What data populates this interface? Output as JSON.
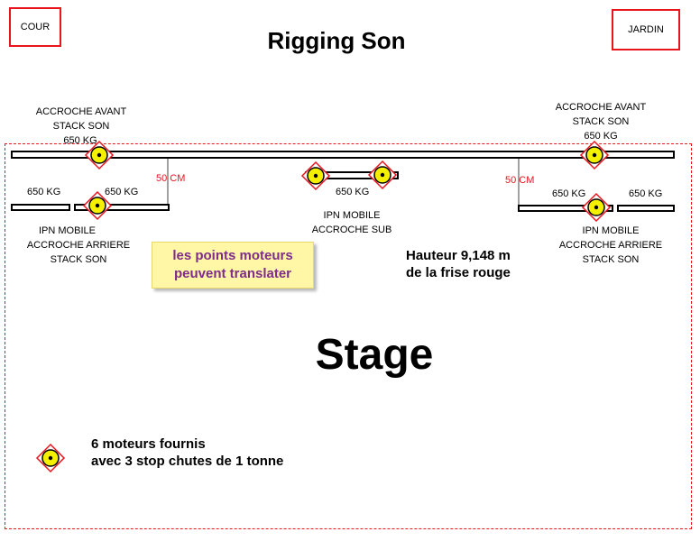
{
  "corners": {
    "left": "COUR",
    "right": "JARDIN"
  },
  "title": "Rigging Son",
  "labels": {
    "front_left": [
      "ACCROCHE AVANT",
      "STACK SON",
      "650 KG"
    ],
    "front_right": [
      "ACCROCHE AVANT",
      "STACK SON",
      "650 KG"
    ],
    "rear_left_line": [
      "IPN MOBILE",
      "ACCROCHE ARRIERE",
      "STACK SON"
    ],
    "rear_right_line": [
      "IPN MOBILE",
      "ACCROCHE ARRIERE",
      "STACK SON"
    ],
    "sub_line": [
      "IPN MOBILE",
      "ACCROCHE SUB"
    ],
    "weight": "650 KG",
    "offset": "50 CM"
  },
  "callout": [
    "les points moteurs",
    "peuvent translater"
  ],
  "height_note": [
    "Hauteur 9,148 m",
    "de la frise rouge"
  ],
  "stage": "Stage",
  "legend": [
    "6 moteurs fournis",
    "avec 3 stop chutes de 1 tonne"
  ],
  "colors": {
    "red": "#e8141e",
    "motor_fill": "#f4f000",
    "callout_bg": "#fff6a6",
    "callout_text": "#7f2b8c"
  }
}
